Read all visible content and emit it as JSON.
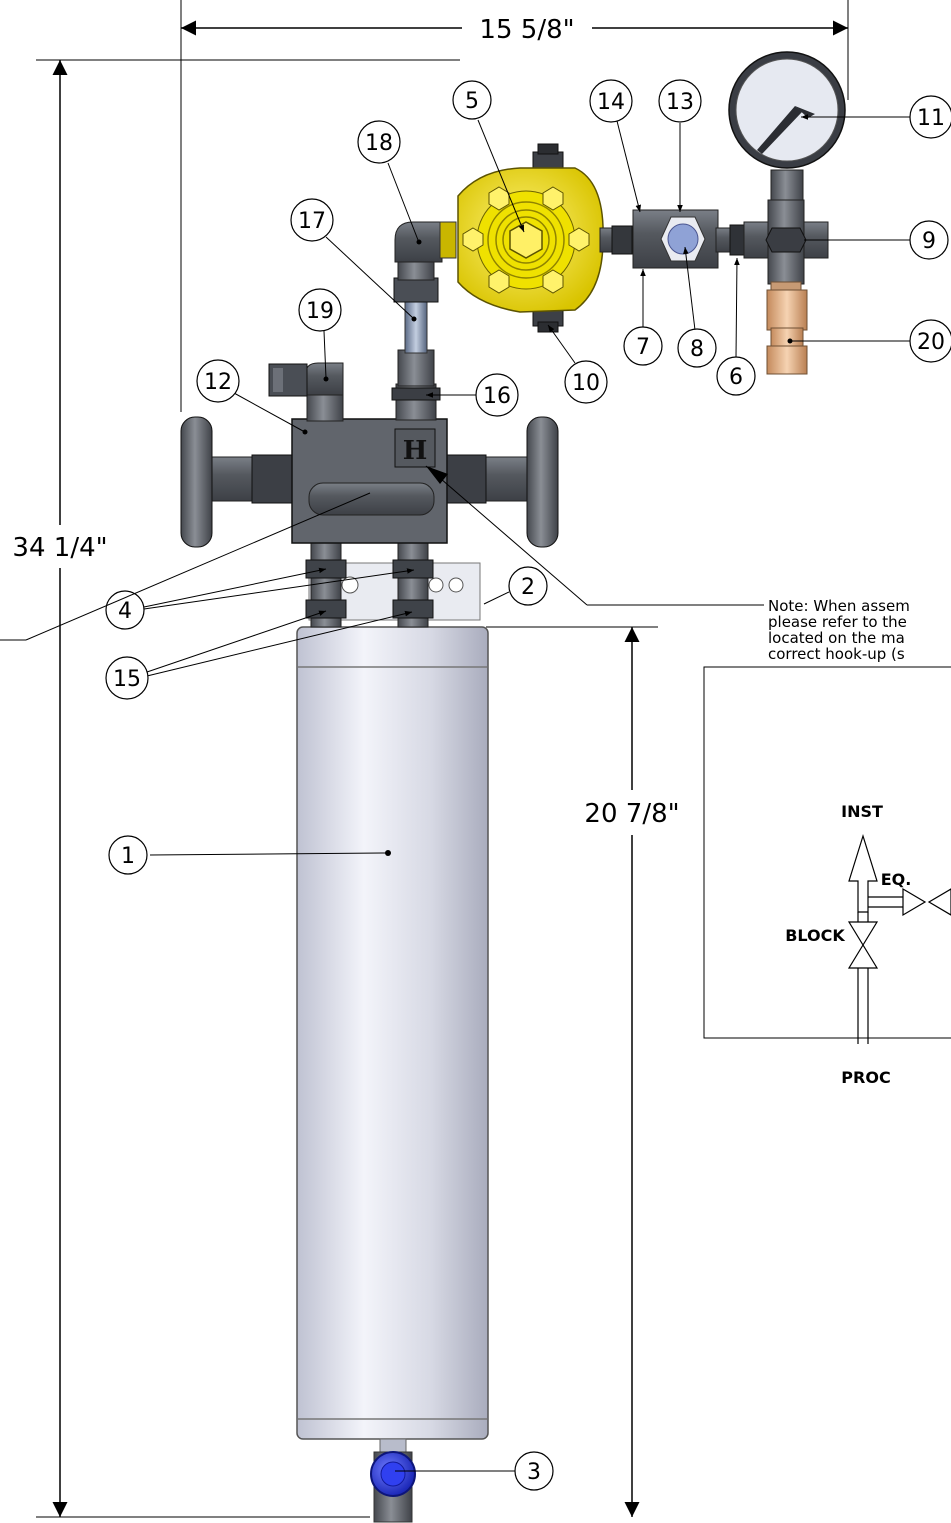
{
  "dimensions": {
    "overall_width": "15 5/8\"",
    "overall_height": "34 1/4\"",
    "cylinder_height": "20 7/8\""
  },
  "balloons": [
    "1",
    "2",
    "3",
    "4",
    "5",
    "6",
    "7",
    "8",
    "9",
    "10",
    "11",
    "12",
    "13",
    "14",
    "15",
    "16",
    "17",
    "18",
    "19",
    "20"
  ],
  "note": {
    "line1": "Note: When assem",
    "line2": "please refer to the",
    "line3": "located on the ma",
    "line4": "correct hook-up (s"
  },
  "schematic": {
    "inst": "INST",
    "eq": "EQ.",
    "block": "BLOCK",
    "proc": "PROC"
  },
  "manifold_logo": "H",
  "colors": {
    "line": "#000000",
    "cylinder": "#d9dbe6",
    "steel": "#5c6067",
    "regulator": "#f2e000",
    "gauge_face": "#e8ebf3",
    "drain_valve": "#2c3de0",
    "brass": "#e3b48b"
  }
}
